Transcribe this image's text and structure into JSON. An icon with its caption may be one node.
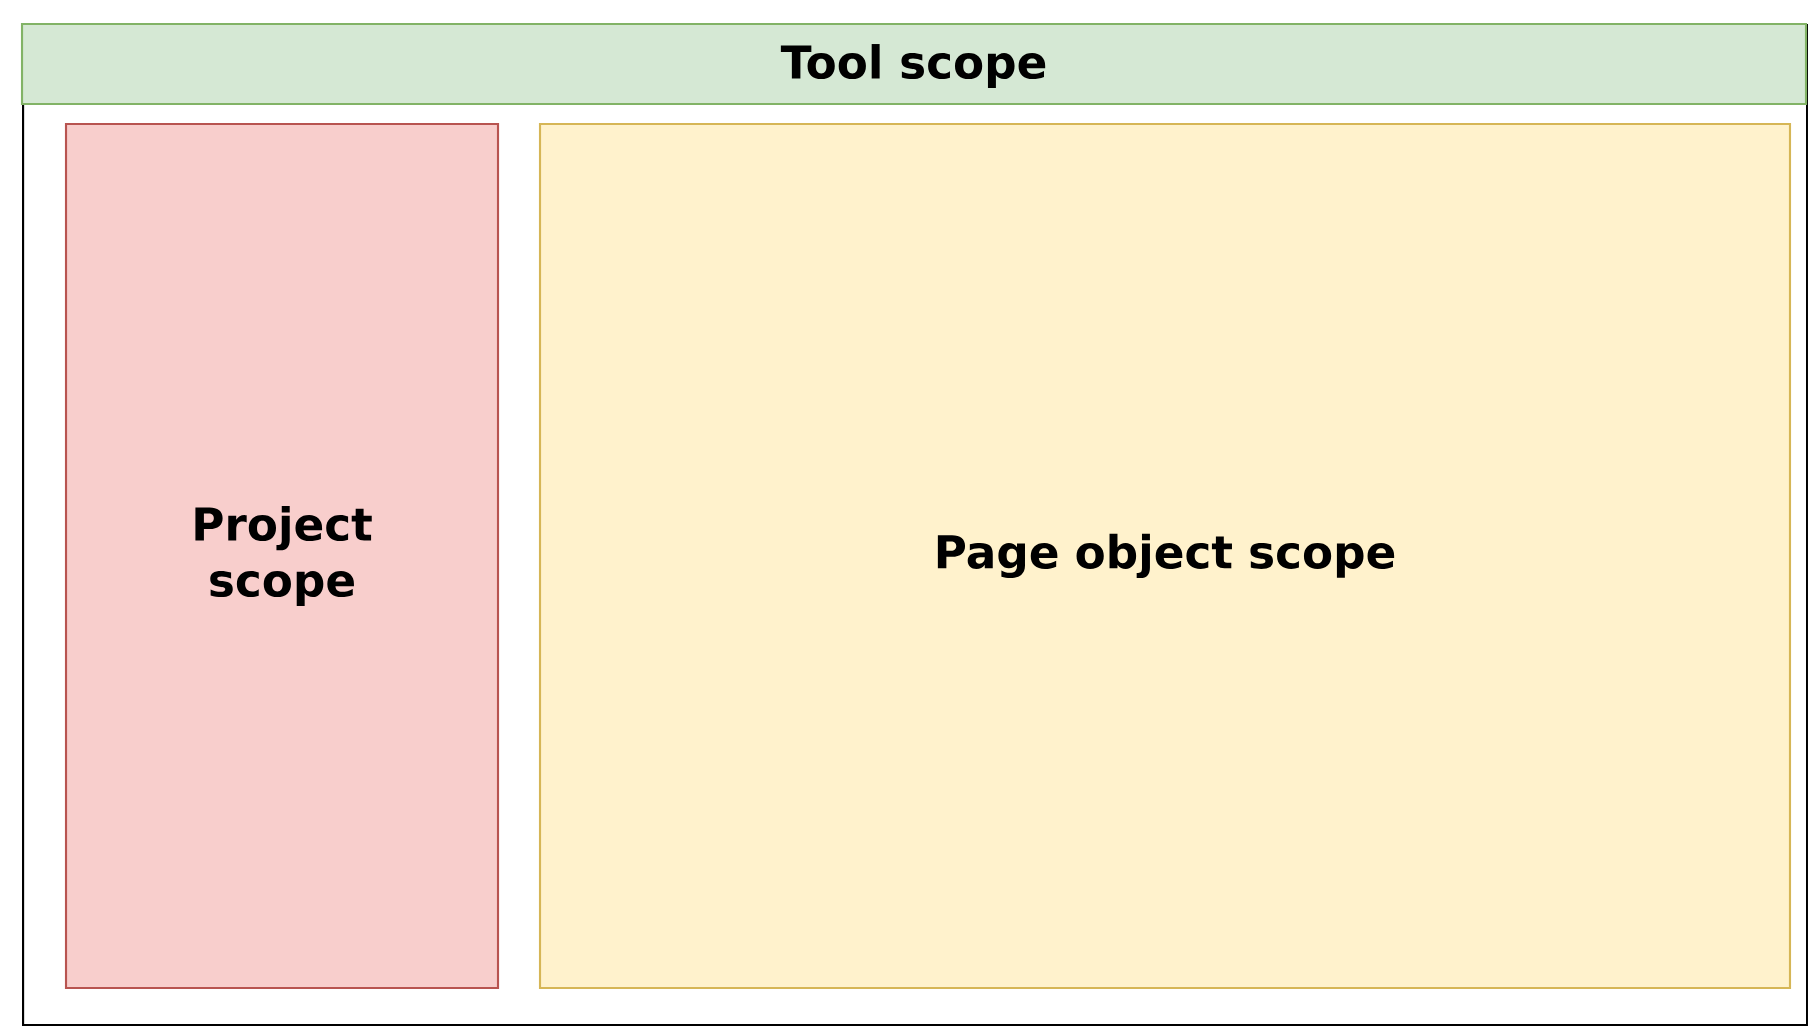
{
  "diagram": {
    "nodes": [
      {
        "text": [
          "Tool scope"
        ]
      },
      {
        "text": [
          "Project scope"
        ],
        "in": 0
      },
      {
        "text": [
          "Page object scope"
        ],
        "in": 0
      }
    ]
  }
}
